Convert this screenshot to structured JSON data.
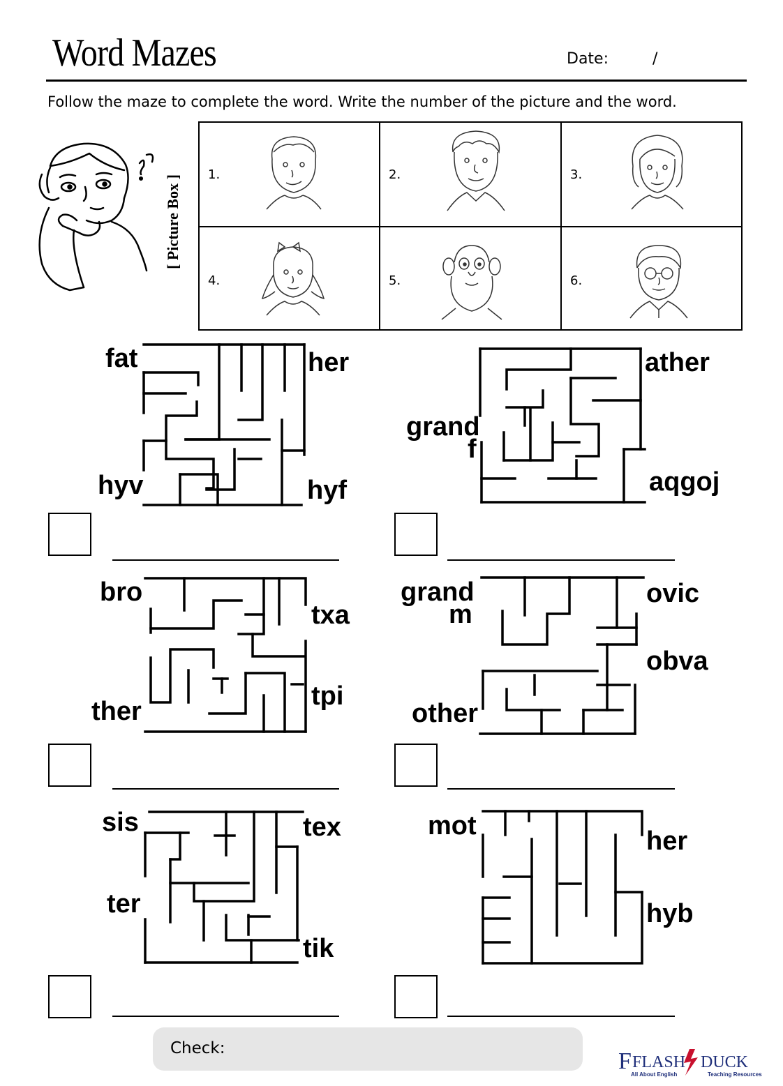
{
  "header": {
    "title": "Word Mazes",
    "date_label": "Date:",
    "date_separator": "/"
  },
  "instructions": "Follow the maze to complete the word. Write the number of the picture and the word.",
  "picture_box": {
    "label": "[ Picture Box ]",
    "cells": [
      {
        "number": "1.",
        "icon": "boy-face-icon"
      },
      {
        "number": "2.",
        "icon": "man-curly-hair-face-icon"
      },
      {
        "number": "3.",
        "icon": "woman-face-icon"
      },
      {
        "number": "4.",
        "icon": "girl-bow-face-icon"
      },
      {
        "number": "5.",
        "icon": "bearded-grandpa-face-icon"
      },
      {
        "number": "6.",
        "icon": "grandma-glasses-face-icon"
      }
    ]
  },
  "mazes": [
    {
      "start": "fat",
      "endings": [
        "her",
        "hyv",
        "hyf"
      ]
    },
    {
      "start": "grand f",
      "endings": [
        "ather",
        "aqgoj"
      ]
    },
    {
      "start": "bro",
      "endings": [
        "txa",
        "ther",
        "tpi"
      ]
    },
    {
      "start": "grand m",
      "endings": [
        "ovic",
        "obva",
        "other"
      ]
    },
    {
      "start": "sis",
      "endings": [
        "tex",
        "ter",
        "tik"
      ]
    },
    {
      "start": "mot",
      "endings": [
        "her",
        "hyb"
      ]
    }
  ],
  "words": {
    "m1_start": "fat",
    "m1_a": "her",
    "m1_b": "hyv",
    "m1_c": "hyf",
    "m2_start1": "grand",
    "m2_start2": "f",
    "m2_a": "ather",
    "m2_b": "aqgoj",
    "m3_start": "bro",
    "m3_a": "txa",
    "m3_b": "ther",
    "m3_c": "tpi",
    "m4_start1": "grand",
    "m4_start2": "m",
    "m4_a": "ovic",
    "m4_b": "obva",
    "m4_c": "other",
    "m5_start": "sis",
    "m5_a": "tex",
    "m5_b": "ter",
    "m5_c": "tik",
    "m6_start": "mot",
    "m6_a": "her",
    "m6_b": "hyb"
  },
  "footer": {
    "check_label": "Check:",
    "logo_name": "FLASH",
    "logo_name2": "DUCK",
    "logo_tagline_left": "All About English",
    "logo_tagline_right": "Teaching Resources"
  },
  "colors": {
    "logo_blue": "#1f2f7a",
    "logo_red": "#c8102e",
    "check_bar": "#e6e6e6"
  }
}
